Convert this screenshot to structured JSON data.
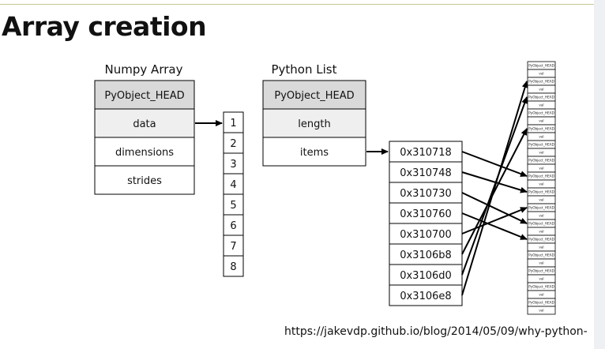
{
  "slide": {
    "title": "Array creation",
    "source_url": "https://jakevdp.github.io/blog/2014/05/09/why-python-"
  },
  "numpy_array": {
    "heading": "Numpy Array",
    "fields": [
      "PyObject_HEAD",
      "data",
      "dimensions",
      "strides"
    ],
    "field_fills": [
      "#d9d9d9",
      "#efefef",
      "#ffffff",
      "#ffffff"
    ],
    "buffer": [
      "1",
      "2",
      "3",
      "4",
      "5",
      "6",
      "7",
      "8"
    ]
  },
  "python_list": {
    "heading": "Python List",
    "fields": [
      "PyObject_HEAD",
      "length",
      "items"
    ],
    "field_fills": [
      "#d9d9d9",
      "#efefef",
      "#ffffff"
    ],
    "pointers": [
      "0x310718",
      "0x310748",
      "0x310730",
      "0x310760",
      "0x310700",
      "0x3106b8",
      "0x3106d0",
      "0x3106e8"
    ],
    "pointer_targets": [
      7,
      8,
      10,
      11,
      9,
      4,
      2,
      1
    ]
  },
  "heap": {
    "cells": 32,
    "object_label": "PyObject_HEAD",
    "value_label": "val"
  },
  "colors": {
    "stroke": "#000000",
    "header_fill": "#d9d9d9",
    "shaded_fill": "#efefef"
  }
}
